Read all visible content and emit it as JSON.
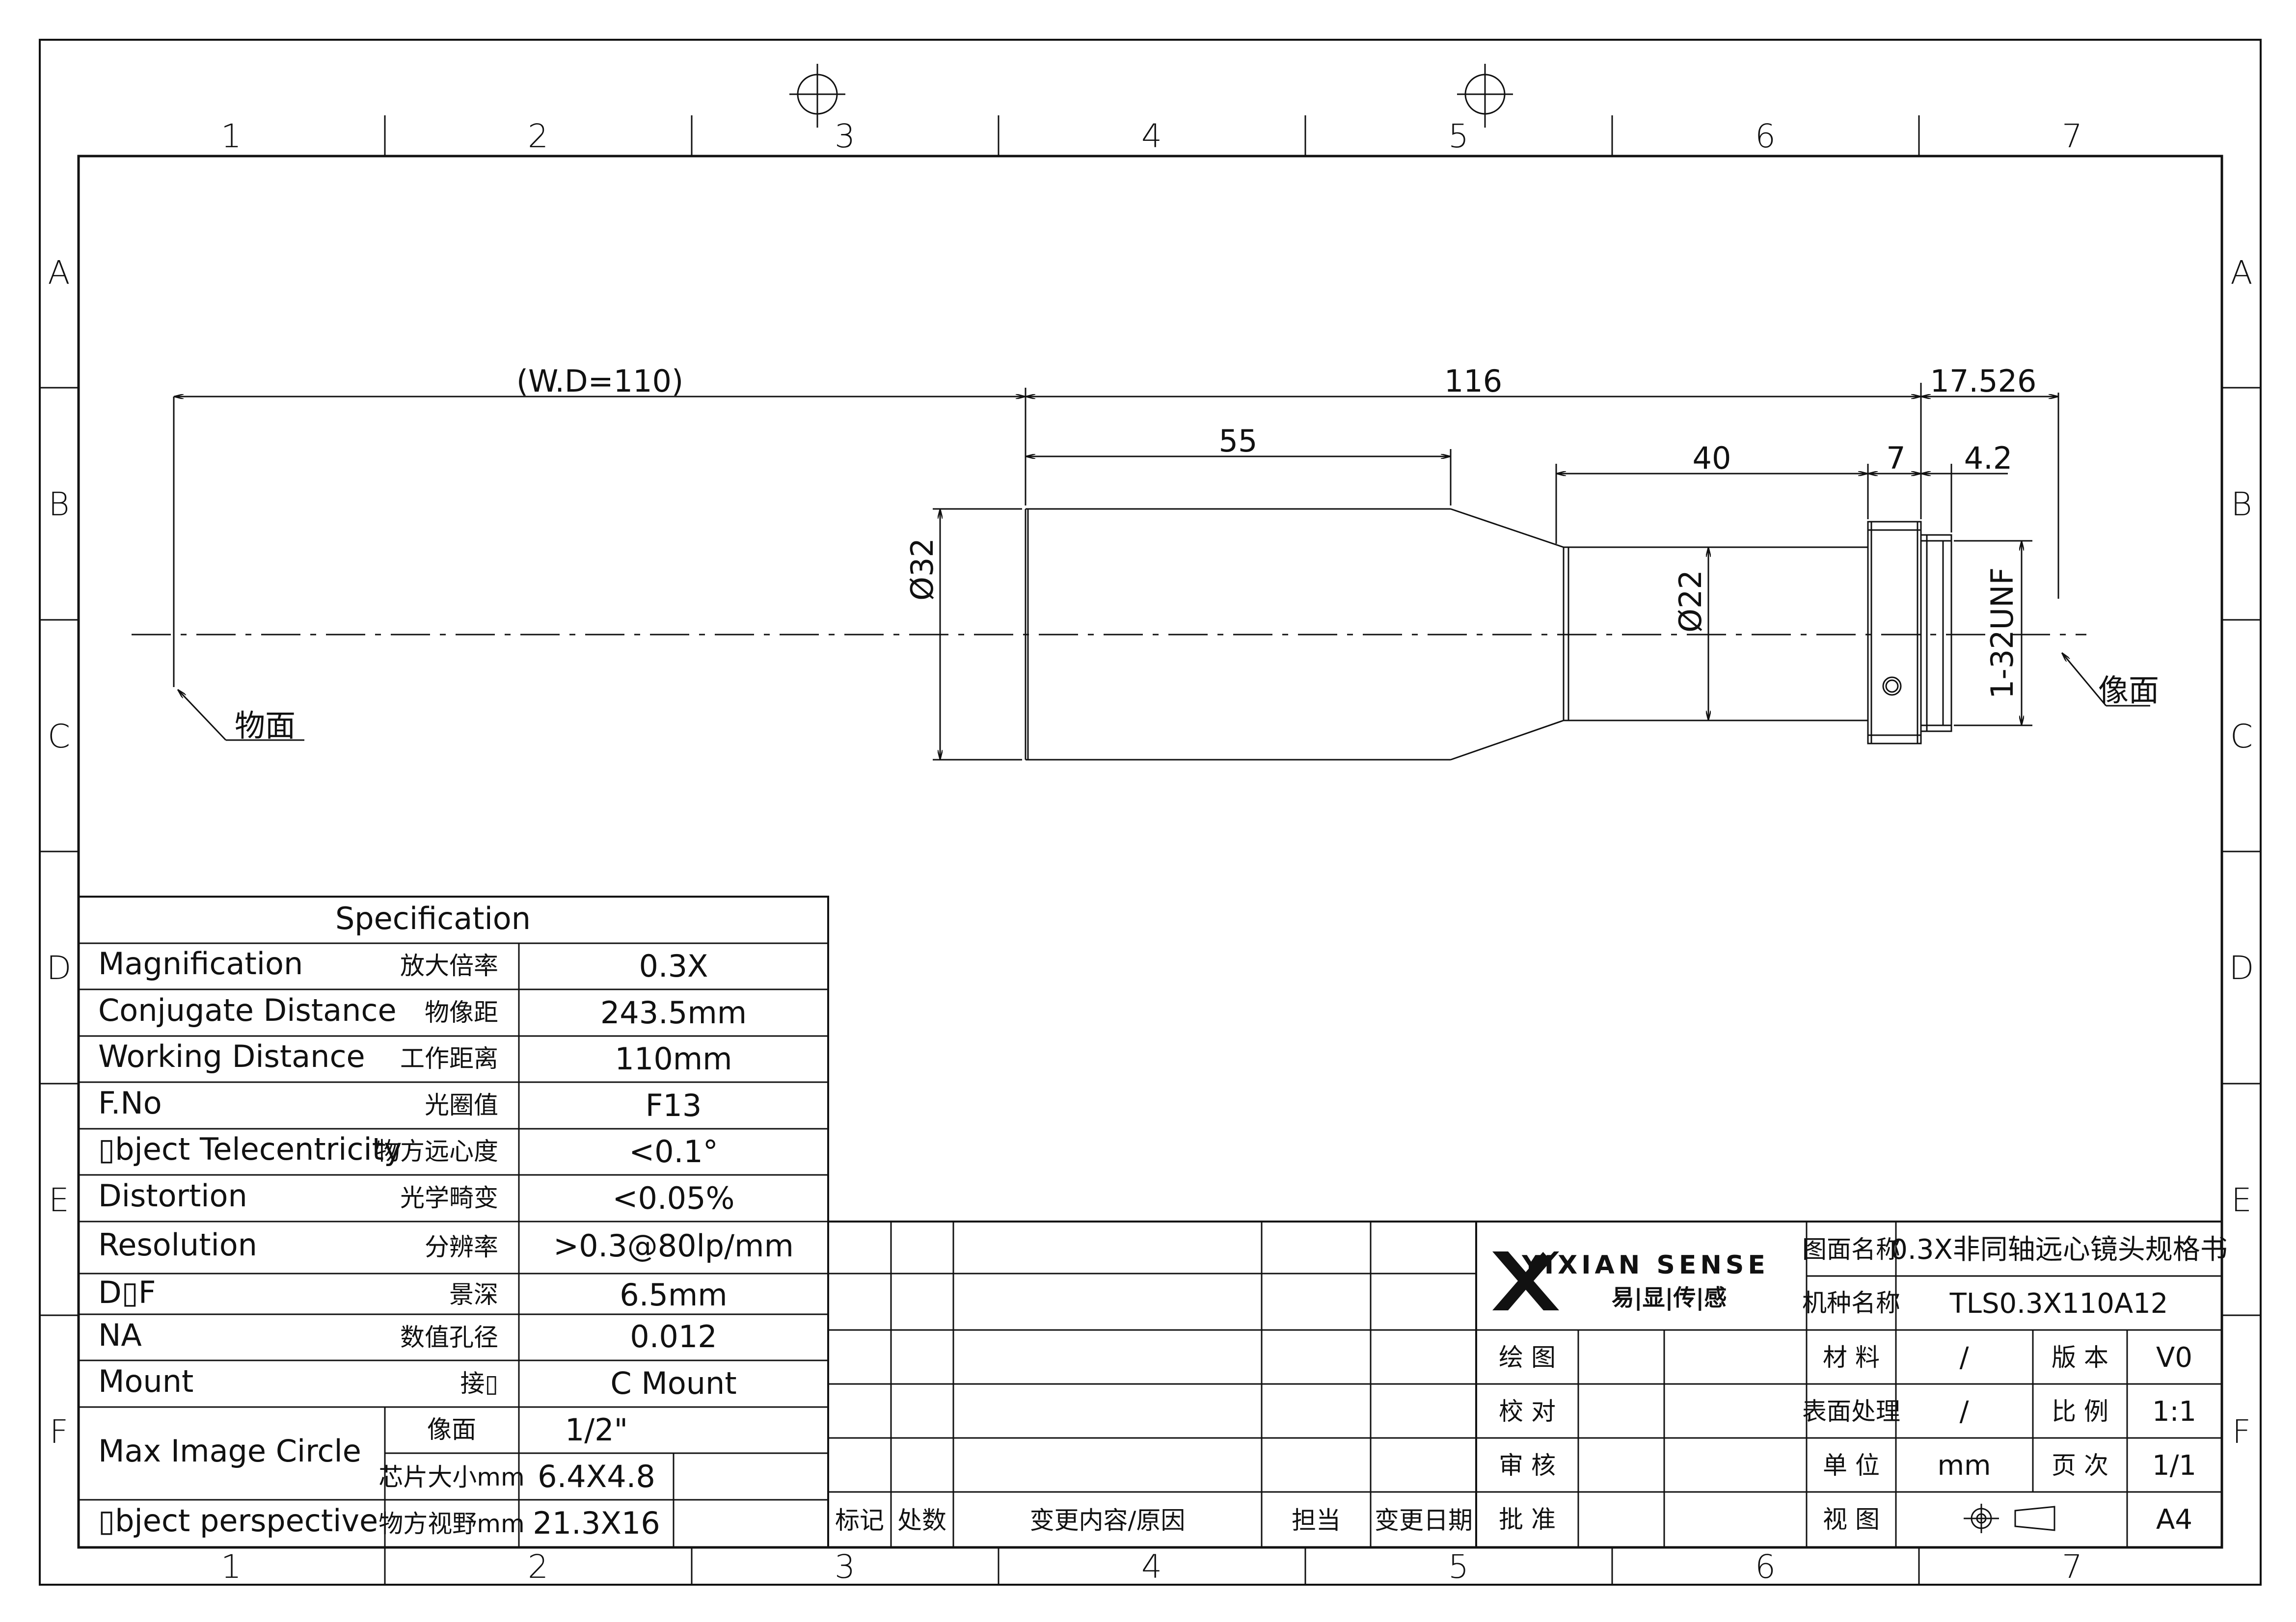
{
  "frame": {
    "columns": [
      "1",
      "2",
      "3",
      "4",
      "5",
      "6",
      "7"
    ],
    "rows": [
      "A",
      "B",
      "C",
      "D",
      "E",
      "F"
    ]
  },
  "drawing": {
    "dims": {
      "wd": "(W.D=110)",
      "total": "116",
      "image_offset": "17.526",
      "body": "55",
      "tube": "40",
      "ring": "7",
      "thread_len": "4.2",
      "dia_front": "Ø32",
      "dia_tube": "Ø22",
      "thread": "1-32UNF"
    },
    "labels": {
      "object_plane": "物面",
      "image_plane": "像面"
    }
  },
  "spec": {
    "title": "Specification",
    "rows": [
      {
        "en": "Magnification",
        "cn": "放大倍率",
        "val": "0.3X"
      },
      {
        "en": "Conjugate Distance",
        "cn": "物像距",
        "val": "243.5mm"
      },
      {
        "en": "Working Distance",
        "cn": "工作距离",
        "val": "110mm"
      },
      {
        "en": "F.No",
        "cn": "光圈值",
        "val": "F13"
      },
      {
        "en": "▯bject Telecentricity",
        "cn": "物方远心度",
        "val": "<0.1°"
      },
      {
        "en": "Distortion",
        "cn": "光学畸变",
        "val": "<0.05%"
      },
      {
        "en": "Resolution",
        "cn": "分辨率",
        "val": ">0.3@80lp/mm"
      },
      {
        "en": "D▯F",
        "cn": "景深",
        "val": "6.5mm"
      },
      {
        "en": "NA",
        "cn": "数值孔径",
        "val": "0.012"
      },
      {
        "en": "Mount",
        "cn": "接▯",
        "val": "C Mount"
      }
    ],
    "image_circle": {
      "en": "Max Image Circle",
      "r1_cn": "像面",
      "r1_val": "1/2\"",
      "r2_cn": "芯片大小mm",
      "r2_val": "6.4X4.8"
    },
    "perspective": {
      "en": "▯bject perspective",
      "cn": "物方视野mm",
      "val": "21.3X16"
    }
  },
  "revision": {
    "headers": [
      "标记",
      "处数",
      "变更内容/原因",
      "担当",
      "变更日期"
    ]
  },
  "title_block": {
    "brand": "YIXIAN SENSE",
    "brand_cn": "易|显|传|感",
    "drawing_name_label": "图面名称",
    "drawing_name": "0.3X非同轴远心镜头规格书",
    "model_label": "机种名称",
    "model": "TLS0.3X110A12",
    "draw_label": "绘 图",
    "check_label": "校 对",
    "review_label": "审 核",
    "approve_label": "批 准",
    "material_label": "材 料",
    "material": "/",
    "version_label": "版 本",
    "version": "V0",
    "surface_label": "表面处理",
    "surface": "/",
    "scale_label": "比 例",
    "scale": "1:1",
    "unit_label": "单 位",
    "unit": "mm",
    "page_label": "页 次",
    "page": "1/1",
    "view_label": "视 图",
    "size": "A4"
  }
}
